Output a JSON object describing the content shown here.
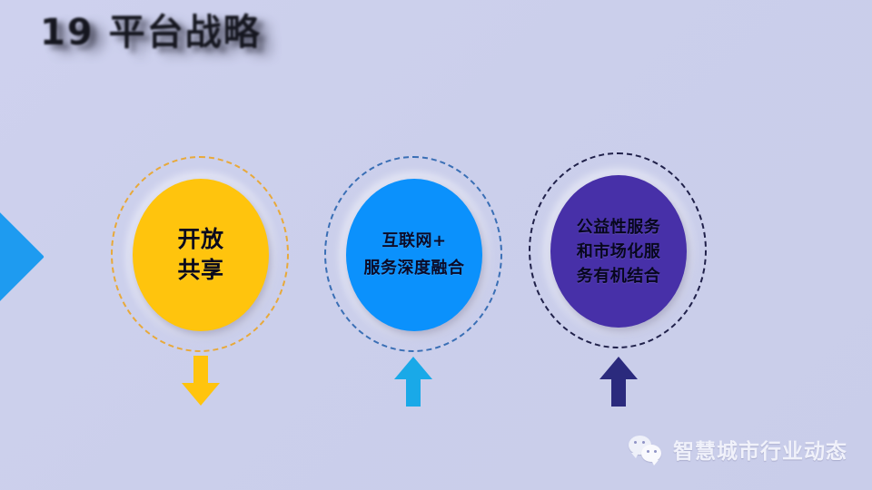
{
  "slide": {
    "title": "19 平台战略",
    "background_color": "#ccd0ec"
  },
  "left_marker": {
    "name": "chevron-right",
    "color": "#1e9bf0"
  },
  "nodes": [
    {
      "id": "open-share",
      "lines": [
        "开放",
        "共享"
      ],
      "fill_color": "#ffc40d",
      "ring_color": "#e8a93a",
      "text_color": "#0a0a1c",
      "arrow": {
        "direction": "down",
        "color": "#ffc40d"
      }
    },
    {
      "id": "internet-plus",
      "lines": [
        "互联网+",
        "服务深度融合"
      ],
      "fill_color": "#0b91fc",
      "ring_color": "#3a6fb5",
      "text_color": "#0b0b28",
      "arrow": {
        "direction": "up",
        "color": "#19a9e8"
      }
    },
    {
      "id": "public-market",
      "lines": [
        "公益性服务",
        "和市场化服",
        "务有机结合"
      ],
      "fill_color": "#4730a8",
      "ring_color": "#20214a",
      "text_color": "#07071e",
      "arrow": {
        "direction": "up",
        "color": "#2b2a7d"
      }
    }
  ],
  "watermark": {
    "icon": "wechat-icon",
    "text": "智慧城市行业动态"
  }
}
